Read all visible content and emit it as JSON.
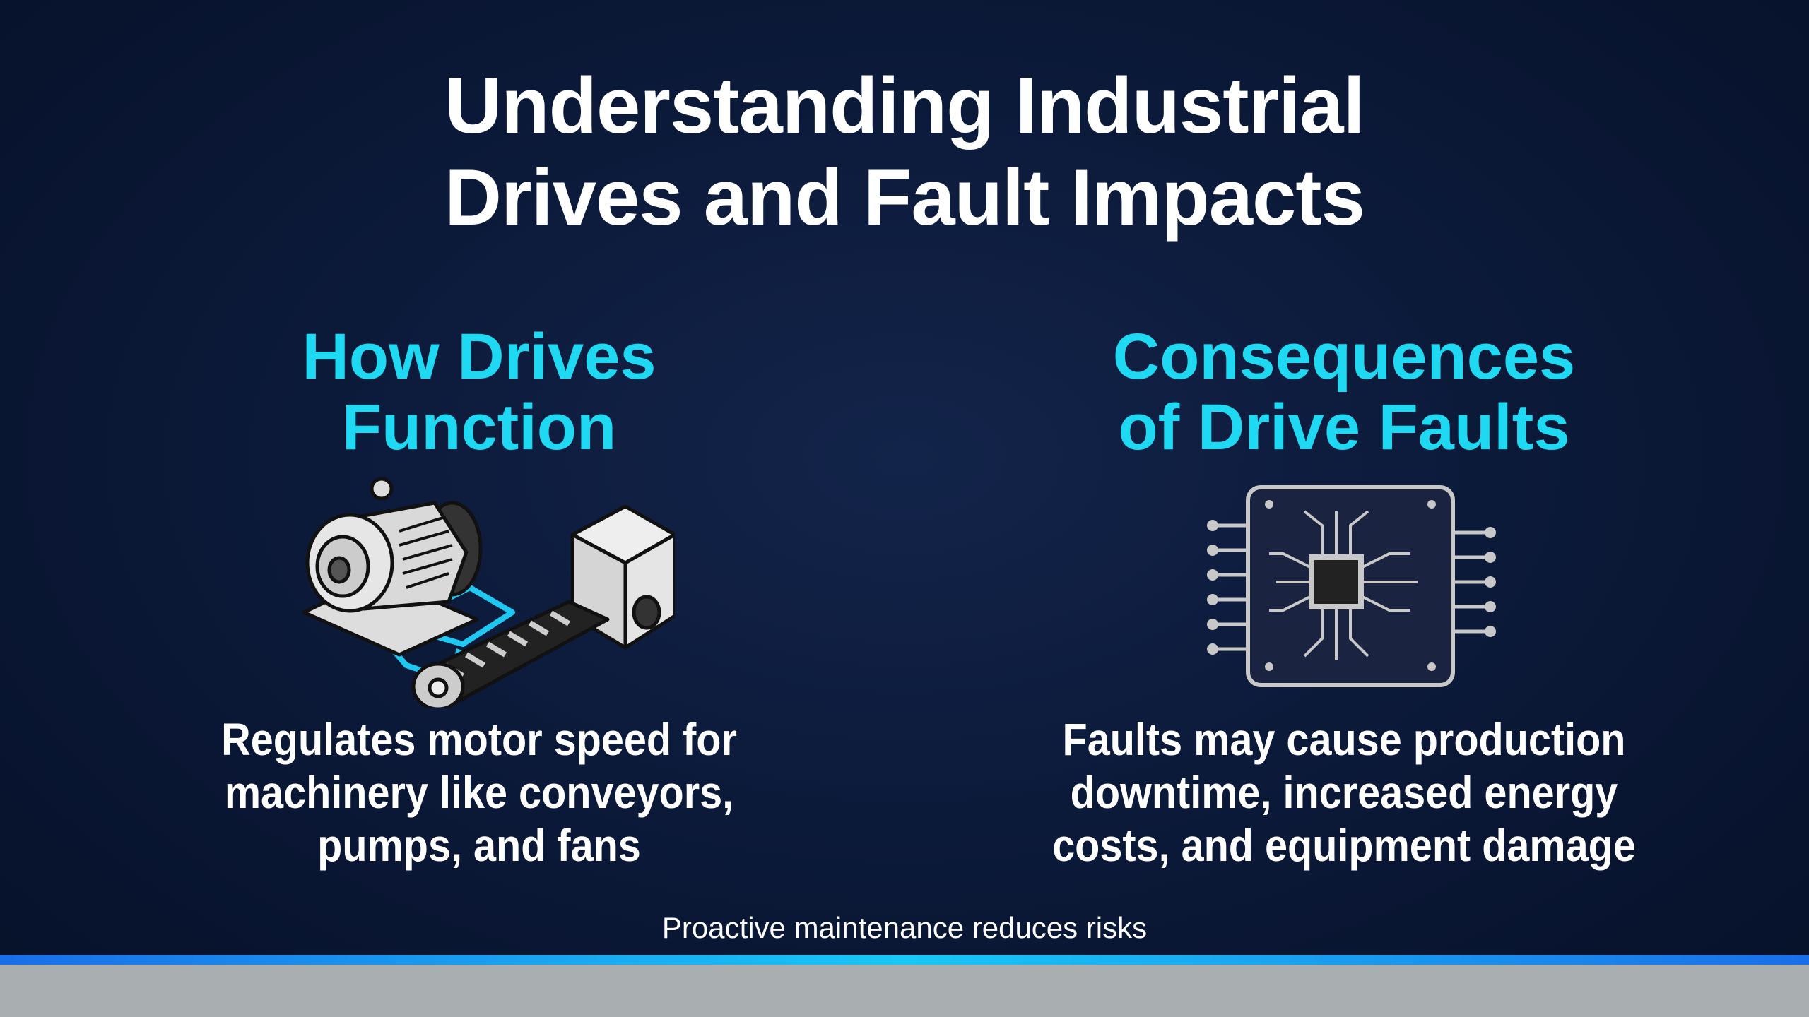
{
  "title": {
    "line1": "Understanding Industrial",
    "line2": "Drives and Fault Impacts"
  },
  "left": {
    "heading_line1": "How Drives",
    "heading_line2": "Function",
    "icon": "motor-conveyor-icon",
    "body": [
      "Regulates motor speed for",
      "machinery like conveyors,",
      "pumps, and fans"
    ]
  },
  "right": {
    "heading_line1": "Consequences",
    "heading_line2": "of Drive Faults",
    "icon": "circuit-chip-icon",
    "body": [
      "Faults may cause production",
      "downtime, increased energy",
      "costs, and equipment damage"
    ]
  },
  "footer": "Proactive maintenance reduces risks",
  "colors": {
    "accent": "#1fd8f2",
    "bar": "#18c8f5",
    "background": "#0c1a3a"
  }
}
